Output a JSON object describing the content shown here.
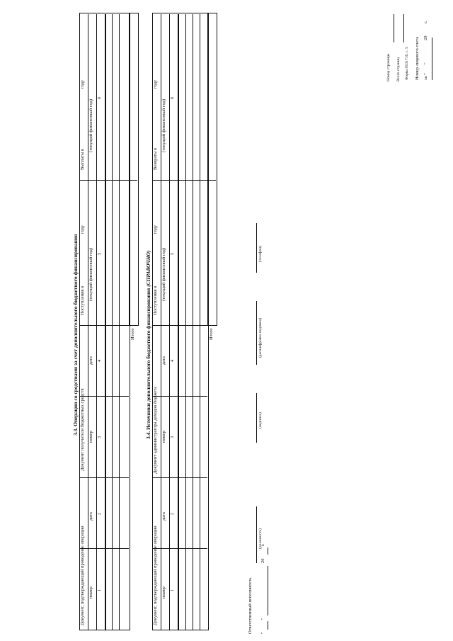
{
  "header": {
    "form_code": "Форма 0531716, с. 5",
    "account_label": "Номер лицевого счета",
    "date_prefix": "за \"",
    "date_mid": "\"",
    "year_prefix": "20",
    "year_suffix": "г."
  },
  "section33": {
    "title": "3.3. Операции со средствами за счет дополнительного бюджетного финансирования",
    "col_doc_operation": "Документ, подтверждающий проведение операции",
    "col_doc_recipient": "Документ получателя бюджетных средств",
    "col_number": "номер",
    "col_date": "дата",
    "col_receipts": "Поступления в",
    "col_payments": "Выплаты в",
    "col_year_word": "году",
    "col_year_hint": "(текущий финансовый год)",
    "nums": [
      "1",
      "2",
      "3",
      "4",
      "5",
      "6"
    ],
    "total_label": "Итого"
  },
  "section34": {
    "title_main": "3.4. Источники дополнительного бюджетного финансирования",
    "title_note": "(СПРАВОЧНО)",
    "col_doc_operation": "Документ, подтверждающий проведение операции",
    "col_doc_admin": "Документ администратора доходов бюджета",
    "col_number": "номер",
    "col_date": "дата",
    "col_receipts": "Поступления в",
    "col_returns": "Возвраты в",
    "col_year_word": "году",
    "col_year_hint": "(текущий финансовый год)",
    "nums": [
      "1",
      "2",
      "3",
      "4",
      "5",
      "6"
    ],
    "total_label": "Итого"
  },
  "signature": {
    "executor_label": "Ответственный исполнитель",
    "position_hint": "(должность)",
    "signature_hint": "(подпись)",
    "decoding_hint": "(расшифровка подписи)",
    "phone_hint": "(телефон)",
    "date_prefix": "\"",
    "date_mid": "\"",
    "year_prefix": "20",
    "year_suffix": "г."
  },
  "page_info": {
    "page_number_label": "Номер страницы",
    "total_pages_label": "Всего страниц"
  }
}
